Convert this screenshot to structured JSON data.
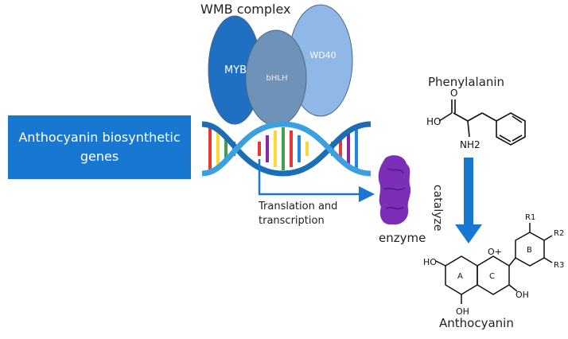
{
  "complex": {
    "title": "WMB complex",
    "proteins": [
      "MYB",
      "bHLH",
      "WD40"
    ]
  },
  "genes_box": {
    "label": "Anthocyanin biosynthetic\ngenes"
  },
  "dna": {
    "icon": "dna-double-helix-icon"
  },
  "process": {
    "label": "Translation and\ntranscription"
  },
  "enzyme": {
    "label": "enzyme",
    "icon": "enzyme-blob-icon"
  },
  "precursor": {
    "name": "Phenylalanin",
    "atoms": [
      "HO",
      "O",
      "NH2"
    ]
  },
  "reaction": {
    "label": "catalyze"
  },
  "product": {
    "name": "Anthocyanin",
    "rings": [
      "A",
      "C",
      "B"
    ],
    "groups": [
      "HO",
      "OH",
      "OH",
      "O+",
      "R1",
      "R2",
      "R3"
    ]
  },
  "colors": {
    "accent_blue": "#1877d0",
    "myb": "#1f6fc2",
    "bhlh": "#6f93b8",
    "wd40": "#8fb8e6",
    "enzyme": "#7b2fb8"
  }
}
